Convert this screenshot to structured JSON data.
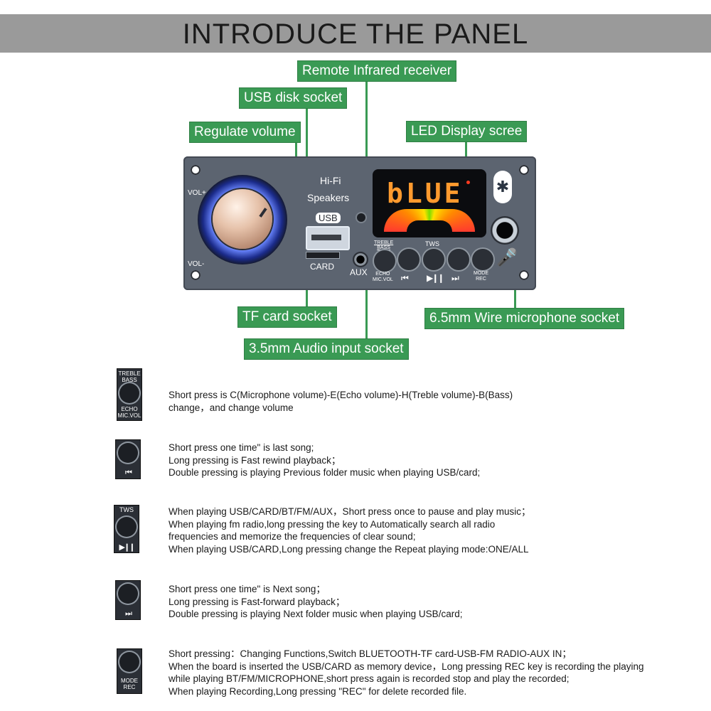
{
  "header": {
    "title": "INTRODUCE THE PANEL"
  },
  "callouts": {
    "remote_ir": "Remote Infrared receiver",
    "usb_socket": "USB disk socket",
    "volume": "Regulate volume",
    "led_display": "LED Display scree",
    "tf_card": "TF card socket",
    "aux_input": "3.5mm Audio input socket",
    "mic_socket": "6.5mm Wire microphone socket"
  },
  "panel": {
    "vol_plus": "VOL+",
    "vol_minus": "VOL-",
    "hifi": "Hi-Fi",
    "speakers": "Speakers",
    "usb": "USB",
    "card": "CARD",
    "aux": "AUX",
    "display_text": "bLUE",
    "bluetooth_glyph": "✱",
    "buttons": {
      "treble_bass": "TREBLE\nBASS",
      "echo_mic": "ECHO\nMIC.VOL",
      "tws": "TWS",
      "mode_rec": "MODE\nREC"
    }
  },
  "icons": {
    "prev": "⏮",
    "play_pause": "▶❙❙",
    "next": "⏭"
  },
  "legend": [
    {
      "label_top": "TREBLE BASS",
      "label_bottom": "ECHO MIC.VOL",
      "lines": [
        "Short press is C(Microphone volume)-E(Echo volume)-H(Treble volume)-B(Bass)",
        "change，and change volume"
      ]
    },
    {
      "lines": [
        "Short press one time\" is last song;",
        "Long pressing is Fast rewind playback；",
        "Double pressing is playing Previous folder music when playing USB/card;"
      ]
    },
    {
      "label_top": "TWS",
      "lines": [
        "When playing USB/CARD/BT/FM/AUX，Short press once to pause and play music；",
        "When playing fm radio,long pressing the key to Automatically search all radio",
        "frequencies and memorize the frequencies of clear sound;",
        "When playing USB/CARD,Long pressing change the Repeat playing mode:ONE/ALL"
      ]
    },
    {
      "lines": [
        "Short press one time\" is Next song；",
        "Long pressing is Fast-forward playback；",
        "Double pressing is playing Next folder music when playing USB/card;"
      ]
    },
    {
      "label_bottom": "MODE REC",
      "lines": [
        "Short pressing：Changing Functions,Switch BLUETOOTH-TF card-USB-FM RADIO-AUX IN；",
        "When the board is inserted the USB/CARD as memory device，Long pressing REC key is recording the playing",
        "while playing BT/FM/MICROPHONE,short press again is recorded stop and play the recorded;",
        "When playing Recording,Long pressing \"REC\" for delete recorded file."
      ]
    }
  ]
}
